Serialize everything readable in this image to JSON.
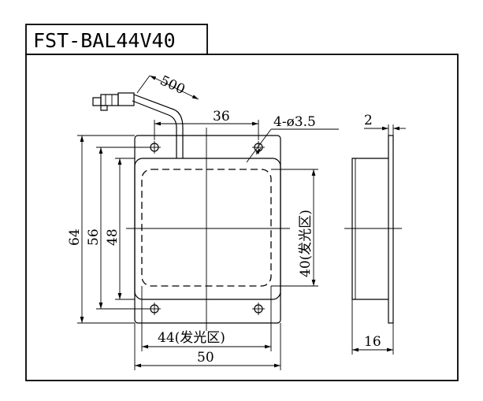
{
  "title": "FST-BAL44V40",
  "dimensions": {
    "cable_length": "500",
    "hole_spacing_width": "36",
    "holes": "4-ø3.5",
    "plate_thickness": "2",
    "overall_height": "64",
    "hole_spacing_height": "56",
    "body_height": "48",
    "emitting_height": "40(发光区)",
    "emitting_width": "44(发光区)",
    "overall_width": "50",
    "depth": "16"
  }
}
